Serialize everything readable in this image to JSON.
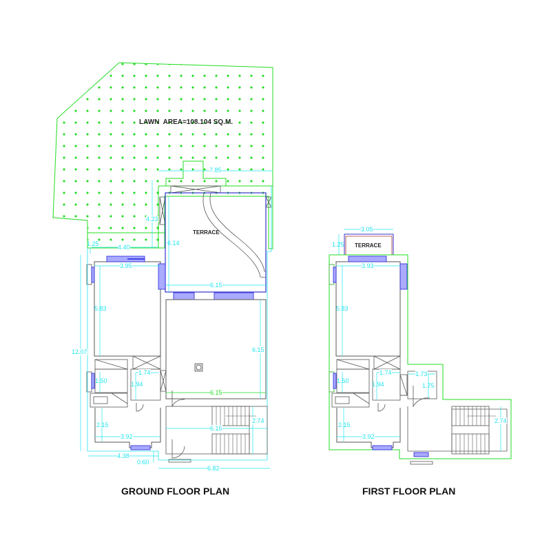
{
  "colors": {
    "lawn": "#22dd22",
    "dimension": "#22e5ee",
    "wall": "#555555",
    "window": "#2222dd",
    "terrace_outline": "#3333cc",
    "terrace_rail": "#aa3333",
    "text": "#222222"
  },
  "lawn": {
    "label": "LAWN  AREA=108.104 SQ.M."
  },
  "ground_floor": {
    "title": "GROUND FLOOR PLAN",
    "terrace_label": "TERRACE",
    "dimensions": {
      "lawn_width": "7.85",
      "terrace_offset": "4.23",
      "terrace_depth": "6.14",
      "terrace_width": "6.15",
      "setback": "1.25",
      "front_width": "4.40",
      "bedroom_width": "3.95",
      "bedroom_depth": "5.83",
      "overall_depth": "12.07",
      "hall_depth": "6.15",
      "hall_width": "6.15",
      "bath_depth": "1.50",
      "toilet_width": "1.74",
      "toilet_depth": "1.94",
      "kitchen_depth": "2.15",
      "kitchen_width": "3.92",
      "stair_width": "2.74",
      "stair_length": "6.15",
      "left_overall": "4.38",
      "gap": "0.60",
      "right_overall": "6.82"
    }
  },
  "first_floor": {
    "title": "FIRST FLOOR PLAN",
    "terrace_label": "TERRACE",
    "dimensions": {
      "terrace_width": "3.05",
      "terrace_depth": "1.25",
      "bedroom_width": "3.93",
      "bedroom_depth": "5.83",
      "bath_depth": "1.50",
      "toilet_width": "1.74",
      "toilet_depth": "1.94",
      "store_width": "1.73",
      "store_depth": "1.75",
      "kitchen_depth": "2.15",
      "kitchen_width": "3.92",
      "stair_width": "2.74"
    }
  }
}
